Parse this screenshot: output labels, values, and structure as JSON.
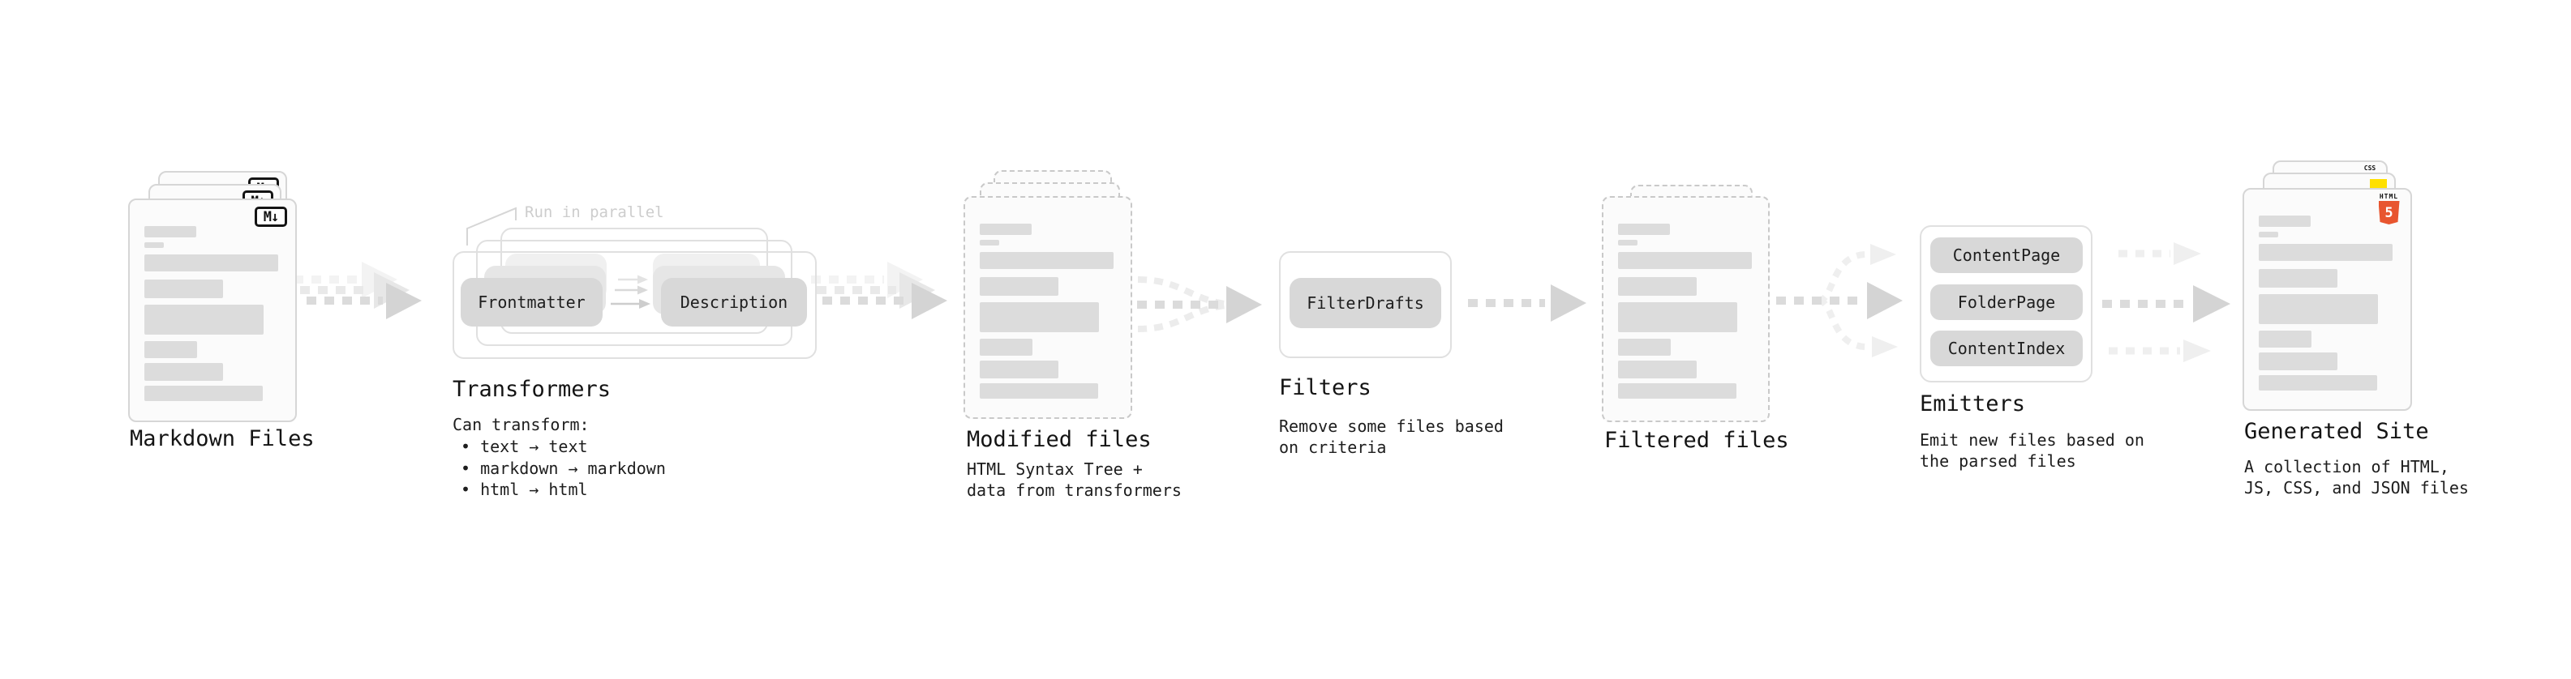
{
  "stages": {
    "markdown_files": {
      "label": "Markdown Files",
      "badge": "M↓"
    },
    "transformers": {
      "label": "Transformers",
      "note": "Run in parallel",
      "nodes": [
        "Frontmatter",
        "Description"
      ],
      "desc_title": "Can transform:",
      "bullets": [
        "• text → text",
        "• markdown → markdown",
        "• html → html"
      ]
    },
    "modified_files": {
      "label": "Modified files",
      "desc": [
        "HTML Syntax Tree +",
        "data from transformers"
      ]
    },
    "filters": {
      "label": "Filters",
      "nodes": [
        "FilterDrafts"
      ],
      "desc": [
        "Remove some files based",
        "on criteria"
      ]
    },
    "filtered_files": {
      "label": "Filtered files"
    },
    "emitters": {
      "label": "Emitters",
      "nodes": [
        "ContentPage",
        "FolderPage",
        "ContentIndex"
      ],
      "desc": [
        "Emit new files based on",
        "the parsed files"
      ]
    },
    "generated_site": {
      "label": "Generated Site",
      "desc": [
        "A collection of HTML,",
        "JS, CSS, and JSON files"
      ],
      "badges": {
        "css": "CSS",
        "html": "HTML",
        "html5_number": "5"
      }
    }
  },
  "icons": {
    "markdown_badge": "markdown-m-down-arrow",
    "css_badge": "css-blue-underline",
    "js_badge": "js-yellow-square",
    "html5_badge": "html5-orange-shield"
  },
  "colors": {
    "html5_orange": "#e8552f",
    "js_yellow": "#ffe000",
    "css_blue": "#2965f1",
    "node_gray": "#d8d8d8",
    "bar_gray": "#dcdcdc",
    "arrow_gray": "#d6d6d6"
  }
}
